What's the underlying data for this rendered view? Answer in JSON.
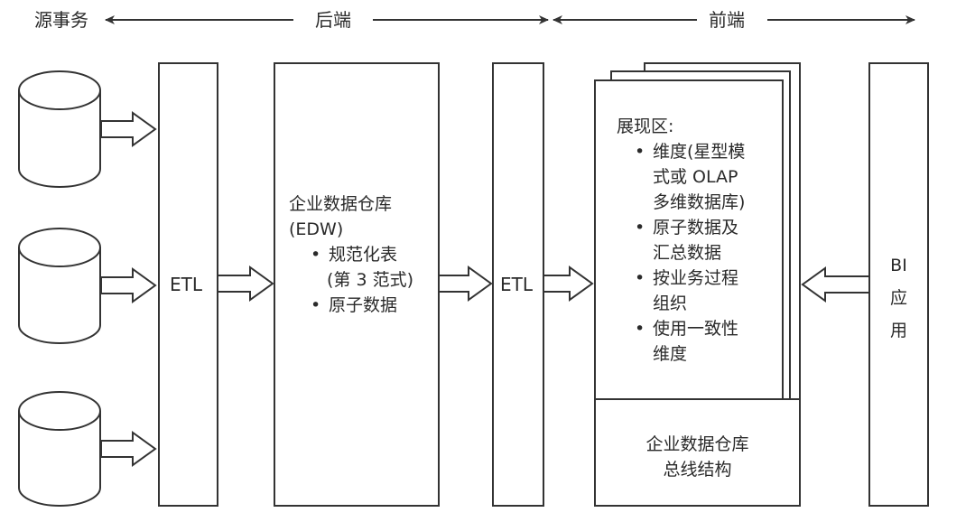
{
  "header": {
    "source": "源事务",
    "backend": "后端",
    "frontend": "前端"
  },
  "blocks": {
    "etl1": "ETL",
    "edw": {
      "title_line1": "企业数据仓库",
      "title_line2": "(EDW)",
      "bullets": [
        {
          "line1": "规范化表",
          "line2": "(第 3 范式)"
        },
        {
          "line1": "原子数据",
          "line2": ""
        }
      ]
    },
    "etl2": "ETL",
    "presentation": {
      "title": "展现区:",
      "bullets": [
        {
          "lines": [
            "维度(星型模",
            "式或 OLAP",
            "多维数据库)"
          ]
        },
        {
          "lines": [
            "原子数据及",
            "汇总数据"
          ]
        },
        {
          "lines": [
            "按业务过程",
            "组织"
          ]
        },
        {
          "lines": [
            "使用一致性",
            "维度"
          ]
        }
      ]
    },
    "bus": {
      "line1": "企业数据仓库",
      "line2": "总线结构"
    },
    "bi": {
      "line1": "BI",
      "line2": "应",
      "line3": "用"
    }
  },
  "icons": {
    "source_db": "database-cylinder-icon",
    "flow_arrow": "block-arrow-icon"
  },
  "colors": {
    "stroke": "#333333",
    "background": "#ffffff"
  }
}
